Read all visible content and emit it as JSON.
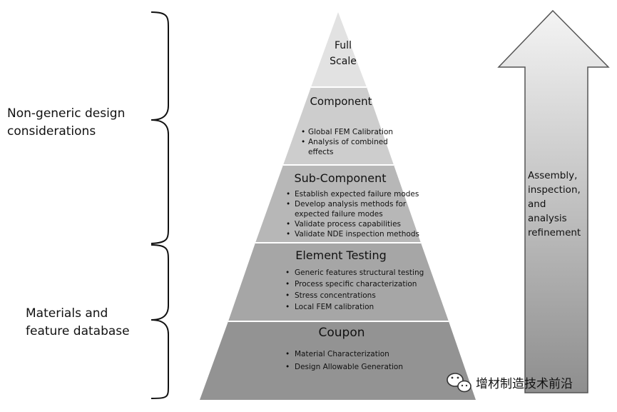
{
  "left_labels": {
    "upper": [
      "Non-generic design",
      "considerations"
    ],
    "lower": [
      "Materials and",
      "feature database"
    ]
  },
  "pyramid": {
    "levels": [
      {
        "title_lines": [
          "Full",
          "Scale"
        ],
        "bullets": []
      },
      {
        "title_lines": [
          "Component"
        ],
        "bullets": [
          [
            "Global FEM Calibration"
          ],
          [
            "Analysis of combined",
            "effects"
          ]
        ]
      },
      {
        "title_lines": [
          "Sub-Component"
        ],
        "bullets": [
          [
            "Establish expected failure modes"
          ],
          [
            "Develop analysis methods for",
            "expected failure modes"
          ],
          [
            "Validate process capabilities"
          ],
          [
            "Validate NDE inspection methods"
          ]
        ]
      },
      {
        "title_lines": [
          "Element Testing"
        ],
        "bullets": [
          [
            "Generic features structural testing"
          ],
          [
            "Process specific characterization"
          ],
          [
            "Stress concentrations"
          ],
          [
            "Local FEM calibration"
          ]
        ]
      },
      {
        "title_lines": [
          "Coupon"
        ],
        "bullets": [
          [
            "Material Characterization"
          ],
          [
            "Design Allowable Generation"
          ]
        ]
      }
    ],
    "colors": [
      "#e2e2e2",
      "#cdcdcd",
      "#b7b7b7",
      "#a6a6a6",
      "#939393"
    ]
  },
  "arrow": {
    "label_lines": [
      "Assembly,",
      "inspection,",
      "and",
      "analysis",
      "refinement"
    ]
  },
  "watermark": {
    "text": "增材制造技术前沿",
    "icon": "wechat-icon"
  }
}
